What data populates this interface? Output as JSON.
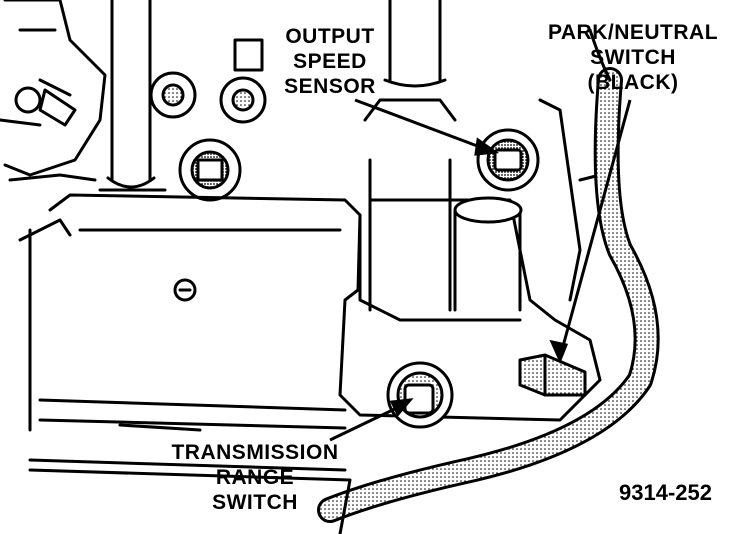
{
  "labels": {
    "output_speed_sensor": [
      "OUTPUT",
      "SPEED",
      "SENSOR"
    ],
    "park_neutral_switch": [
      "PARK/NEUTRAL",
      "SWITCH",
      "(BLACK)"
    ],
    "transmission_range_switch": [
      "TRANSMISSION",
      "RANGE",
      "SWITCH"
    ]
  },
  "figure_code": "9314-252",
  "colors": {
    "ink": "#000000",
    "paper": "#ffffff",
    "shade": "#9a9a9a"
  }
}
